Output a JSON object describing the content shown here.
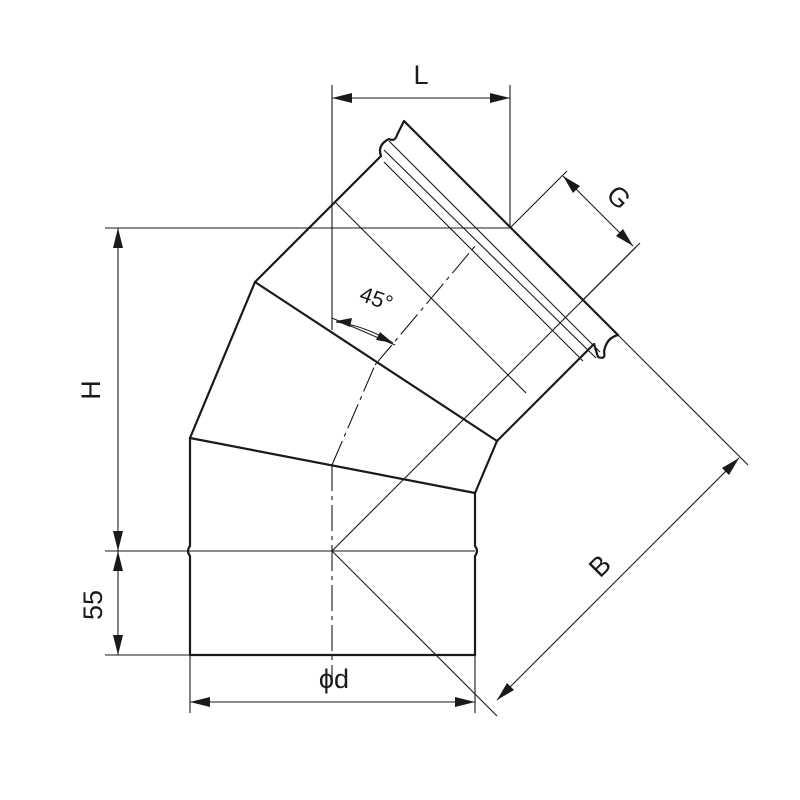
{
  "labels": {
    "L": "L",
    "G": "G",
    "H": "H",
    "B": "B",
    "angle": "45°",
    "diameter": "ϕd",
    "socket": "55"
  }
}
